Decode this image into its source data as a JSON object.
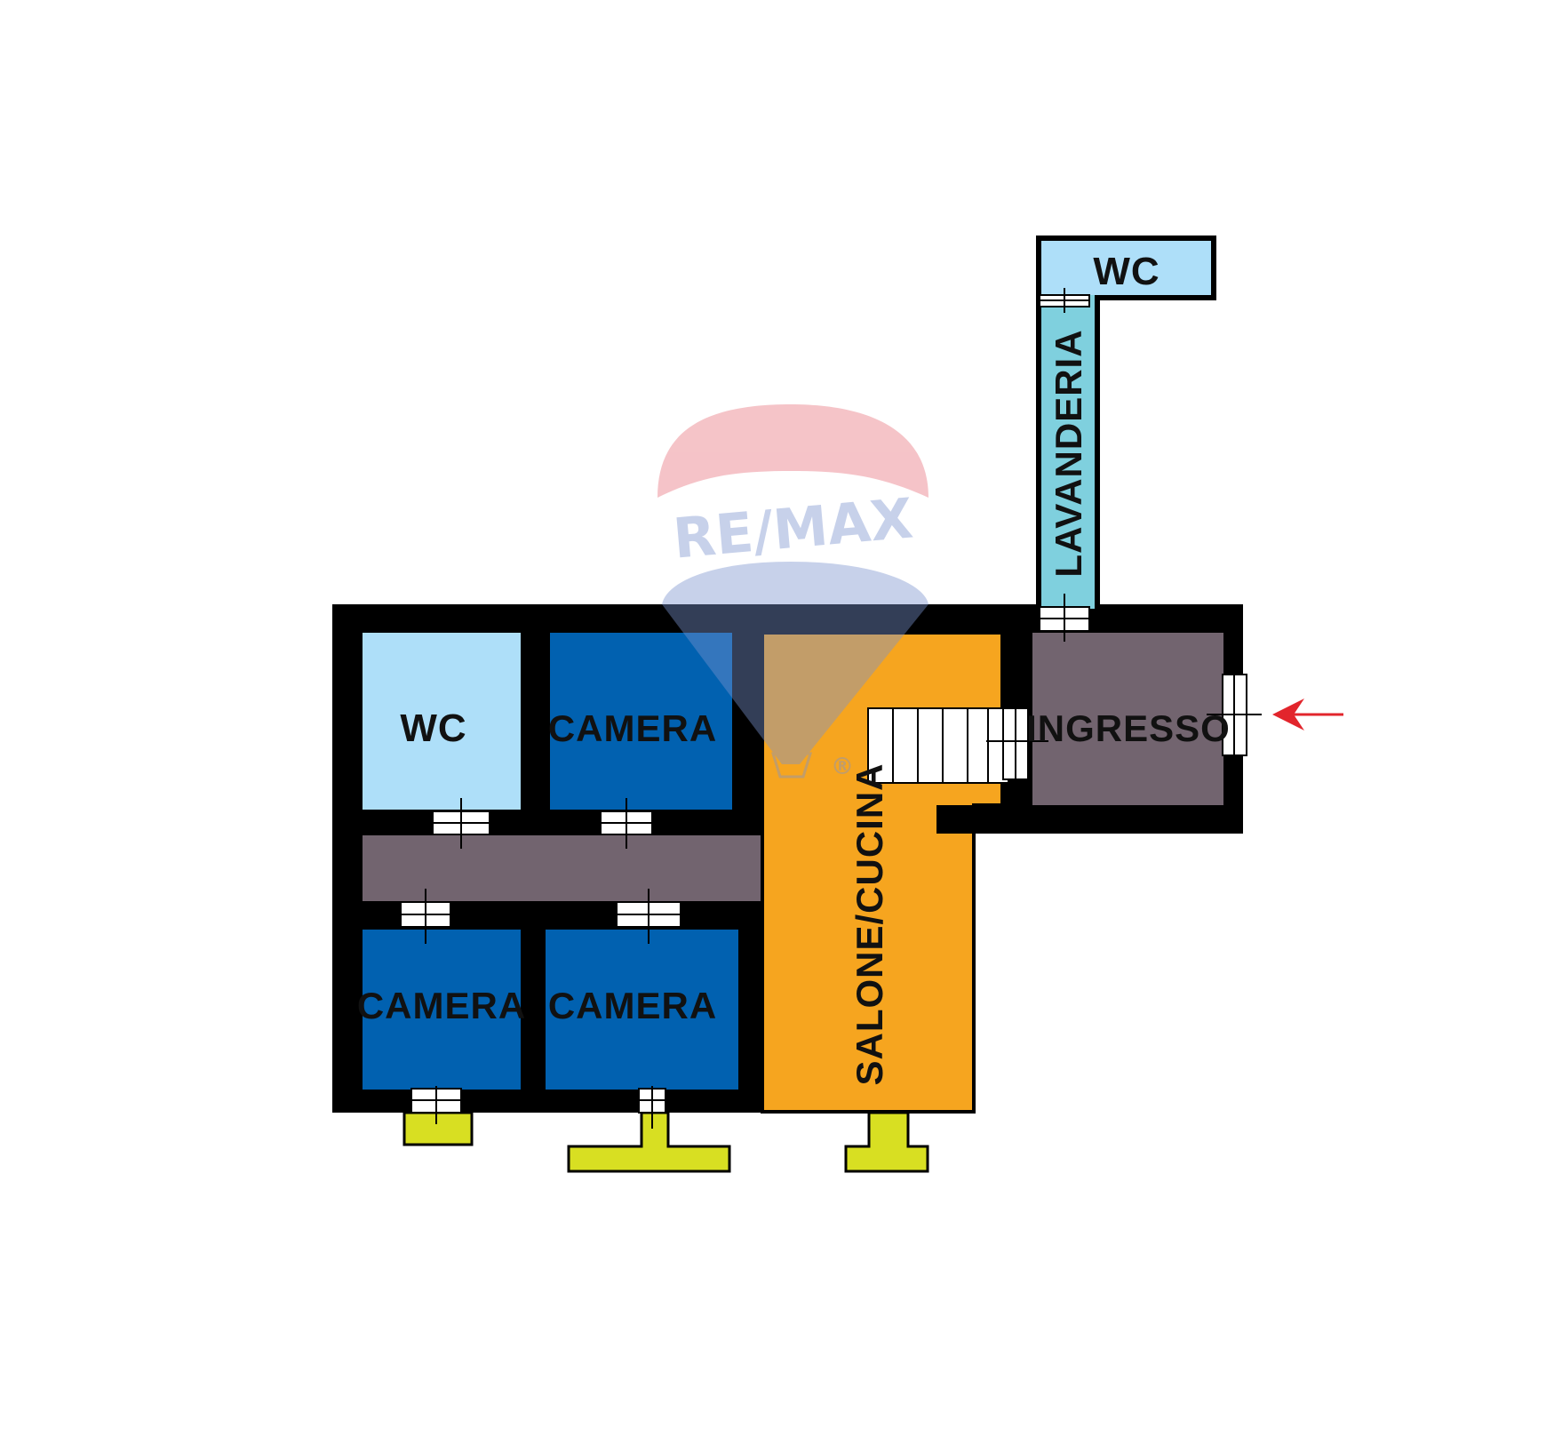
{
  "colors": {
    "wall": "#000000",
    "bathroom": "#aedff9",
    "laundry": "#7fd0de",
    "bedroom": "#0161b0",
    "living": "#f6a51f",
    "hall": "#72646f",
    "balcony": "#d8df22",
    "entry_arrow": "#e2252c",
    "watermark_red": "#e8737d",
    "watermark_blue": "#7b93cf"
  },
  "rooms": {
    "wc_top": "WC",
    "lavanderia": "LAVANDERIA",
    "wc_left": "WC",
    "camera_top": "CAMERA",
    "camera_bottom_left": "CAMERA",
    "camera_bottom_right": "CAMERA",
    "salone_cucina": "SALONE/CUCINA",
    "ingresso": "INGRESSO"
  },
  "watermark": {
    "brand": "RE/MAX",
    "registered_mark": "®"
  },
  "entry_arrow_icon": "arrow-left-icon"
}
